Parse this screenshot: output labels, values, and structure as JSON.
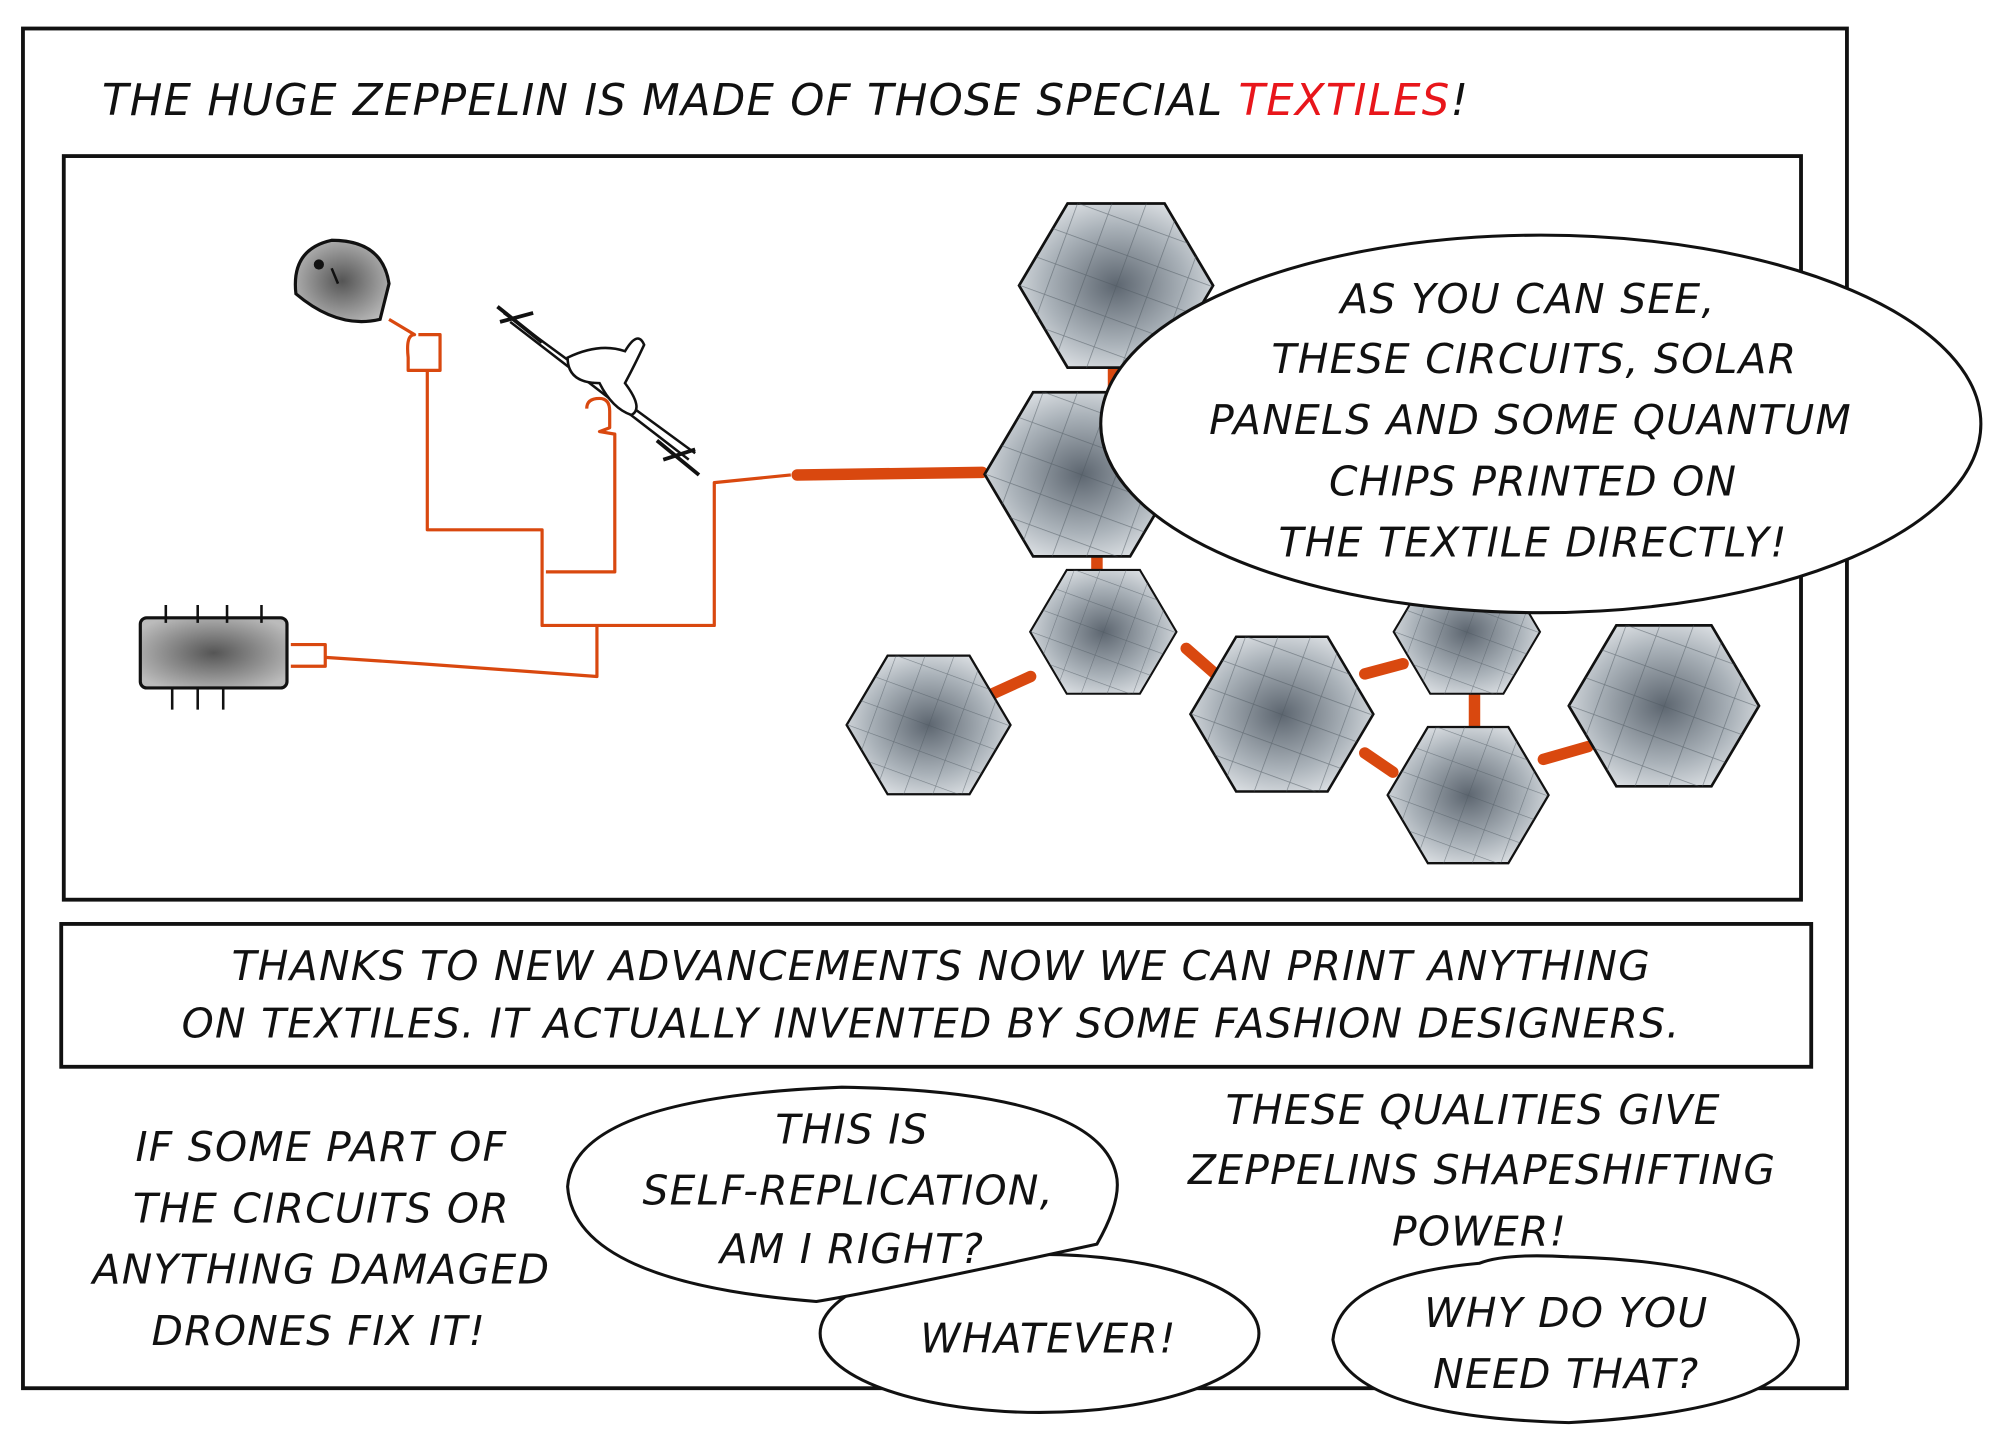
{
  "title": {
    "main": "THE HUGE ZEPPELIN IS MADE OF THOSE SPECIAL ",
    "highlight": "TEXTILES",
    "end": "!"
  },
  "colors": {
    "highlight": "#e8161b",
    "wire": "#d9480f",
    "ink": "#111111"
  },
  "bubble_main": {
    "lines": [
      "AS YOU CAN SEE,",
      "THESE CIRCUITS, SOLAR",
      "PANELS AND SOME QUANTUM",
      "CHIPS PRINTED ON",
      "THE TEXTILE DIRECTLY!"
    ]
  },
  "caption": {
    "lines": [
      "THANKS TO NEW ADVANCEMENTS NOW WE CAN PRINT ANYTHING",
      "ON TEXTILES. IT ACTUALLY INVENTED BY SOME FASHION DESIGNERS."
    ]
  },
  "left_text": {
    "lines": [
      "IF SOME PART OF",
      "THE CIRCUITS OR",
      "ANYTHING DAMAGED",
      "DRONES FIX IT!"
    ]
  },
  "bubble_question": {
    "lines": [
      "THIS IS",
      "SELF-REPLICATION,",
      "AM I RIGHT?"
    ]
  },
  "bubble_whatever": {
    "lines": [
      "WHATEVER!"
    ]
  },
  "right_text": {
    "lines": [
      "THESE QUALITIES GIVE",
      "ZEPPELINS SHAPESHIFTING",
      "POWER!"
    ]
  },
  "bubble_why": {
    "lines": [
      "WHY DO YOU",
      "NEED THAT?"
    ]
  },
  "icons": [
    "satellite-dish-icon",
    "drone-icon",
    "chip-icon",
    "solar-panel-hexagon-icon"
  ]
}
